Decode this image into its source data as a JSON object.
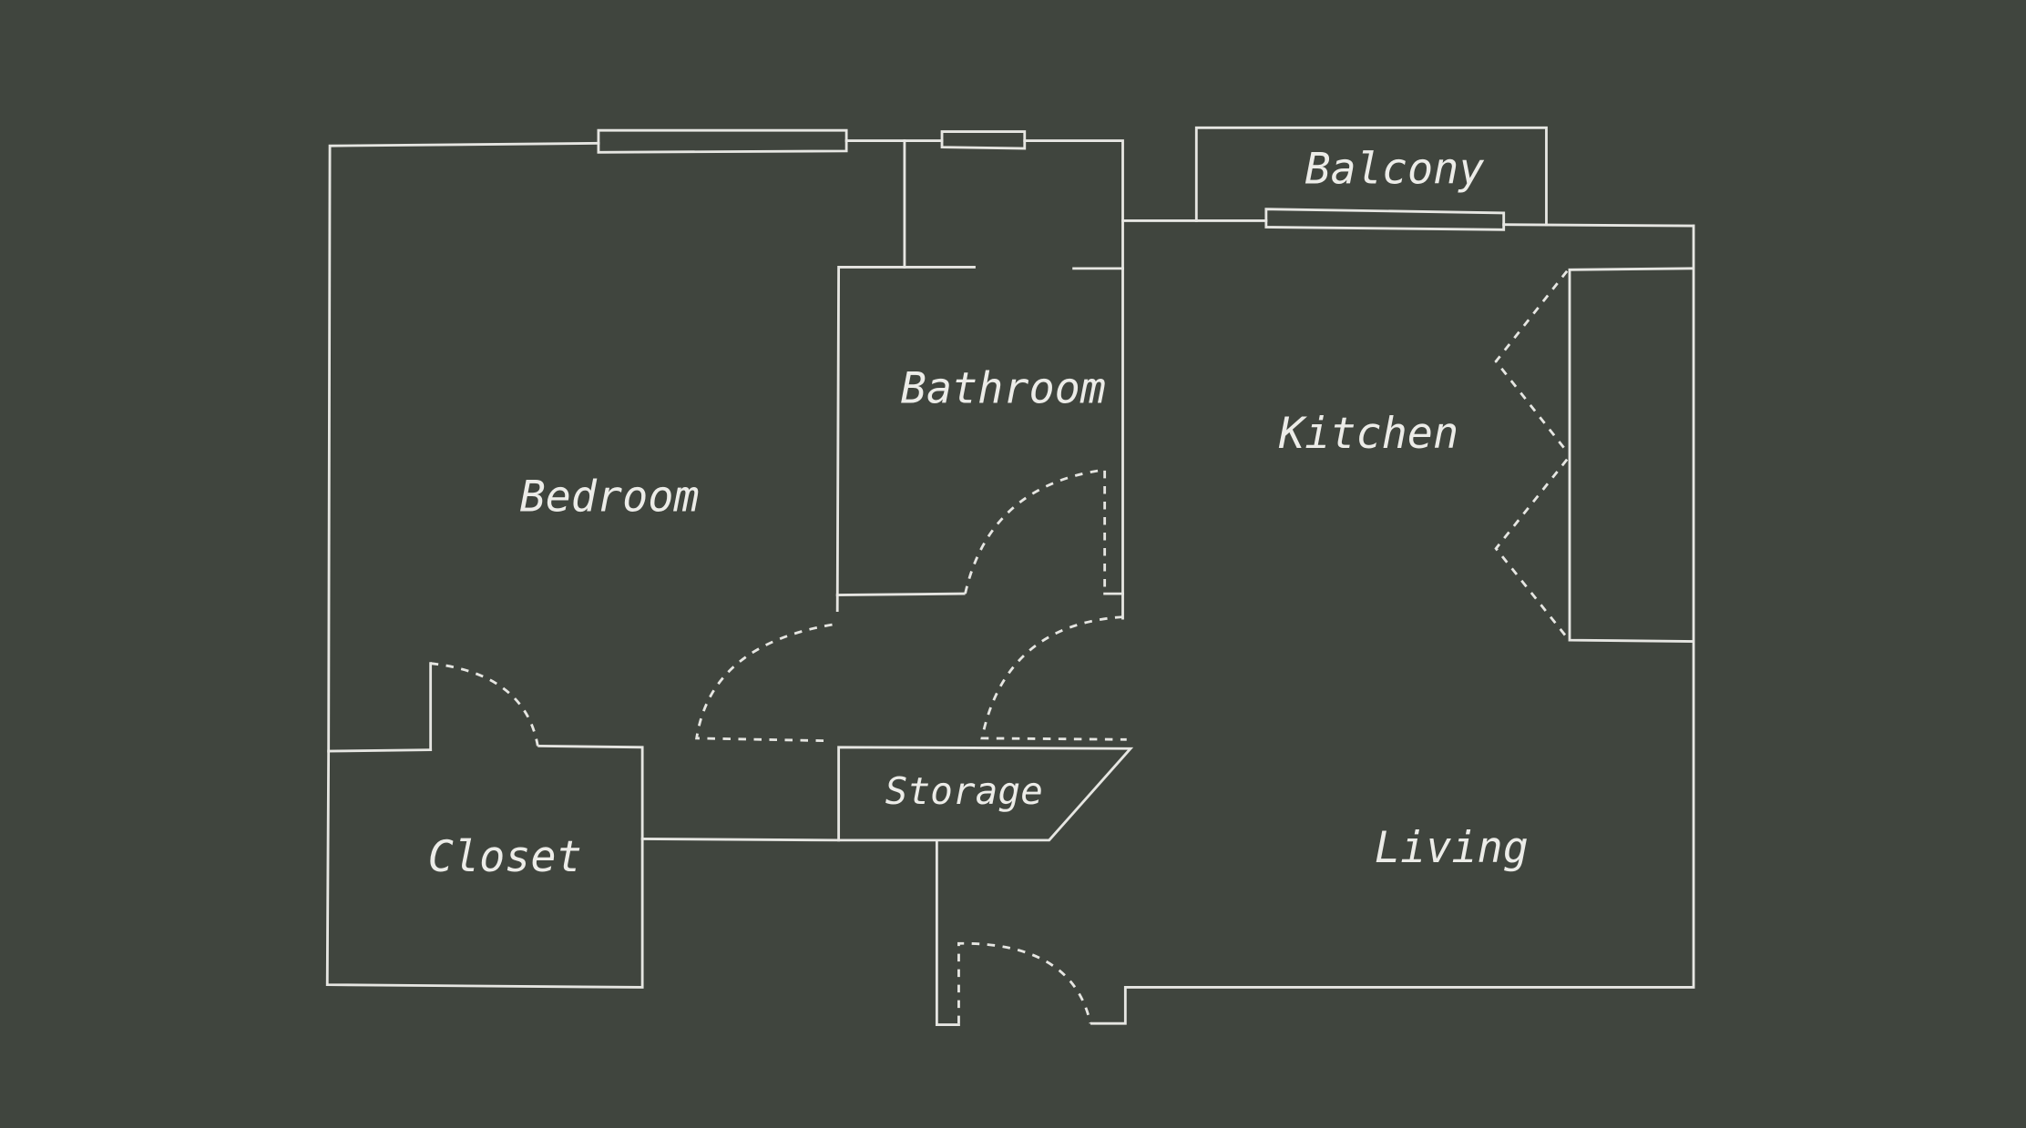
{
  "floor_plan": {
    "colors": {
      "background": "#40453e",
      "line": "#e6e6e2",
      "label": "#ecece8"
    },
    "rooms": [
      {
        "id": "bedroom",
        "label": "Bedroom"
      },
      {
        "id": "bathroom",
        "label": "Bathroom"
      },
      {
        "id": "kitchen",
        "label": "Kitchen"
      },
      {
        "id": "balcony",
        "label": "Balcony"
      },
      {
        "id": "storage",
        "label": "Storage"
      },
      {
        "id": "closet",
        "label": "Closet"
      },
      {
        "id": "living",
        "label": "Living"
      }
    ]
  }
}
